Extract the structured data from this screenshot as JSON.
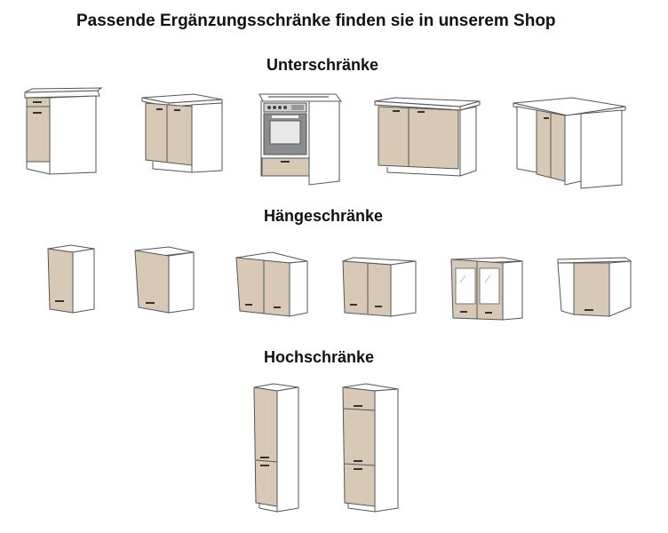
{
  "title": "Passende Ergänzungsschränke finden sie in unserem Shop",
  "sections": {
    "unterschraenke": "Unterschränke",
    "haengeschraenke": "Hängeschränke",
    "hochschraenke": "Hochschränke"
  },
  "colors": {
    "front": "#d8c9b7",
    "body": "#ffffff",
    "outline": "#555555",
    "oven": "#8c8c8c"
  }
}
